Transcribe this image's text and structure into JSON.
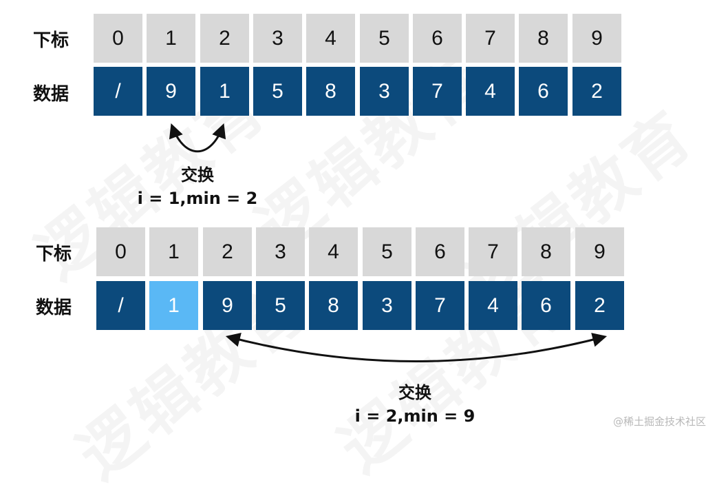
{
  "watermark": "逻辑教育",
  "credit": "@稀土掘金技术社区",
  "diagrams": [
    {
      "index_label": "下标",
      "data_label": "数据",
      "indices": [
        "0",
        "1",
        "2",
        "3",
        "4",
        "5",
        "6",
        "7",
        "8",
        "9"
      ],
      "values": [
        "/",
        "9",
        "1",
        "5",
        "8",
        "3",
        "7",
        "4",
        "6",
        "2"
      ],
      "highlight_index": null,
      "swap_text": "交换",
      "condition_text": "i = 1,min = 2"
    },
    {
      "index_label": "下标",
      "data_label": "数据",
      "indices": [
        "0",
        "1",
        "2",
        "3",
        "4",
        "5",
        "6",
        "7",
        "8",
        "9"
      ],
      "values": [
        "/",
        "1",
        "9",
        "5",
        "8",
        "3",
        "7",
        "4",
        "6",
        "2"
      ],
      "highlight_index": 1,
      "swap_text": "交换",
      "condition_text": "i = 2,min = 9"
    }
  ],
  "colors": {
    "index_cell": "#d8d8d8",
    "data_cell": "#0c4a7c",
    "highlight_cell": "#5ab8f5"
  }
}
